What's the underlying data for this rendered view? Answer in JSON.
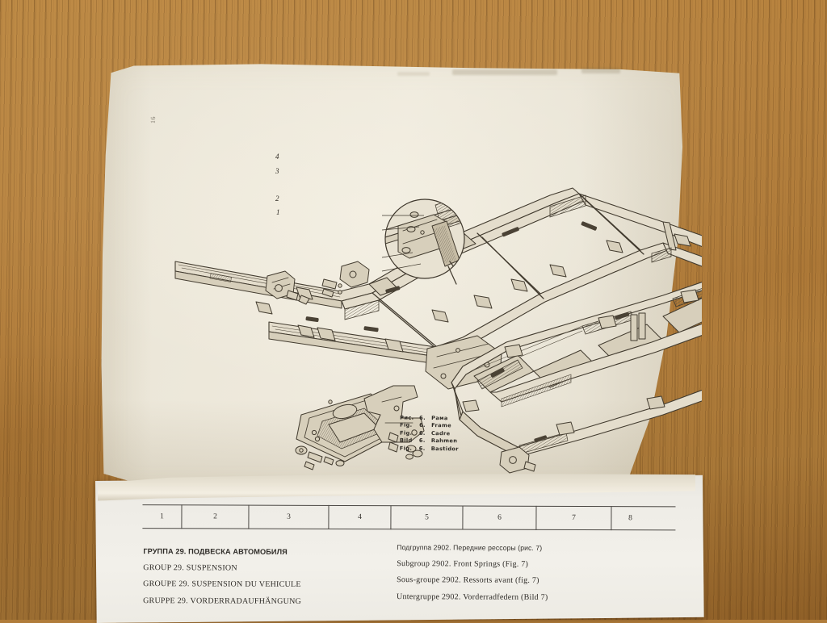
{
  "scene": {
    "description": "photograph of an open multilingual automotive spare-parts catalogue lying on a wooden desk",
    "desk_color": "#b5803c",
    "paper_color": "#ece7d9",
    "ink_color": "#3a342a"
  },
  "upper_page": {
    "page_number": "16",
    "figure": {
      "caption_lines": [
        {
          "label": "Рис.",
          "number": "6.",
          "title": "Рама"
        },
        {
          "label": "Fig.",
          "number": "6.",
          "title": "Frame"
        },
        {
          "label": "Fig.",
          "number": "6.",
          "title": "Cadre"
        },
        {
          "label": "Bild",
          "number": "6.",
          "title": "Rahmen"
        },
        {
          "label": "Fig.",
          "number": "6.",
          "title": "Bastidor"
        }
      ],
      "callouts": [
        "4",
        "3",
        "2",
        "1"
      ],
      "subject": "vehicle chassis frame, exploded isometric line drawing"
    }
  },
  "lower_page": {
    "column_table": {
      "headers": [
        "1",
        "2",
        "3",
        "4",
        "5",
        "6",
        "7",
        "8"
      ],
      "widths": [
        48,
        82,
        98,
        76,
        88,
        90,
        92,
        46
      ]
    },
    "group_left": [
      {
        "lang": "ru",
        "text": "ГРУППА 29. ПОДВЕСКА АВТОМОБИЛЯ"
      },
      {
        "lang": "en",
        "text": "GROUP 29. SUSPENSION"
      },
      {
        "lang": "fr",
        "text": "GROUPE 29. SUSPENSION DU VEHICULE"
      },
      {
        "lang": "de",
        "text": "GRUPPE 29. VORDERRADAUFHÄNGUNG"
      }
    ],
    "group_right": [
      {
        "lang": "ru",
        "text": "Подгруппа 2902. Передние рессоры (рис. 7)"
      },
      {
        "lang": "en",
        "text": "Subgroup 2902. Front Springs (Fig. 7)"
      },
      {
        "lang": "fr",
        "text": "Sous-groupe 2902. Ressorts avant (fig. 7)"
      },
      {
        "lang": "de",
        "text": "Untergruppe 2902. Vorderradfedern (Bild 7)"
      }
    ]
  }
}
